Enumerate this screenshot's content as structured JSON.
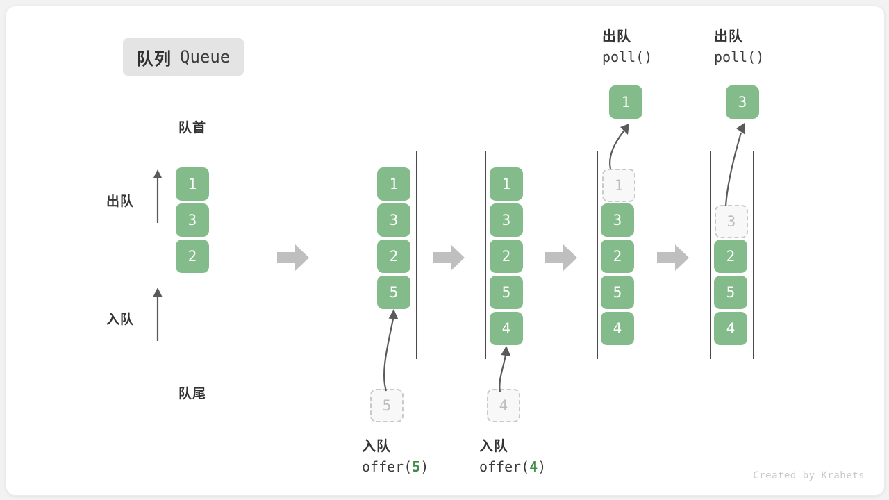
{
  "title": {
    "cn": "队列",
    "en": "Queue"
  },
  "labels": {
    "front": "队首",
    "rear": "队尾",
    "dequeue": "出队",
    "enqueue": "入队"
  },
  "colors": {
    "element": "#84bb8a",
    "ghost_border": "#c9c9c9",
    "ghost_text": "#bdbdbd",
    "rail": "#4a4a4a",
    "arrow": "#bfbfbf",
    "text": "#333333",
    "badge_bg": "#e4e4e4",
    "code_accent": "#3d8b48"
  },
  "stages": [
    {
      "name": "initial",
      "elements": [
        "1",
        "3",
        "2"
      ],
      "ghost": null,
      "result": null,
      "caption_cn": null,
      "caption_code": null
    },
    {
      "name": "after-offer-5",
      "elements": [
        "1",
        "3",
        "2",
        "5"
      ],
      "ghost": {
        "value": "5",
        "position": "below"
      },
      "result": null,
      "caption_cn": "入队",
      "caption_code_prefix": "offer(",
      "caption_code_num": "5",
      "caption_code_suffix": ")"
    },
    {
      "name": "after-offer-4",
      "elements": [
        "1",
        "3",
        "2",
        "5",
        "4"
      ],
      "ghost": {
        "value": "4",
        "position": "below"
      },
      "result": null,
      "caption_cn": "入队",
      "caption_code_prefix": "offer(",
      "caption_code_num": "4",
      "caption_code_suffix": ")"
    },
    {
      "name": "poll-1",
      "elements": [
        "3",
        "2",
        "5",
        "4"
      ],
      "ghost": {
        "value": "1",
        "position": "slot0"
      },
      "result": "1",
      "caption_cn": "出队",
      "caption_code_prefix": "poll(",
      "caption_code_num": "",
      "caption_code_suffix": ")"
    },
    {
      "name": "poll-3",
      "elements": [
        "2",
        "5",
        "4"
      ],
      "ghost": {
        "value": "3",
        "position": "slot1"
      },
      "result": "3",
      "caption_cn": "出队",
      "caption_code_prefix": "poll(",
      "caption_code_num": "",
      "caption_code_suffix": ")"
    }
  ],
  "watermark": "Created by Krahets"
}
